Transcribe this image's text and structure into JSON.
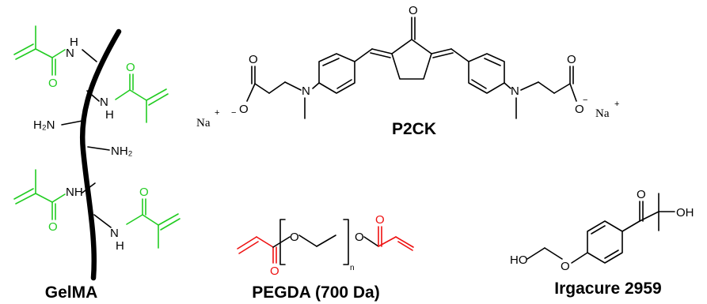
{
  "colors": {
    "backbone": "#000000",
    "methacryloyl": "#22cc22",
    "acrylate": "#ee1111",
    "text": "#000000"
  },
  "labels": {
    "gelma": "GelMA",
    "p2ck": "P2CK",
    "pegda": "PEGDA (700 Da)",
    "irgacure": "Irgacure 2959"
  },
  "atoms": {
    "H": "H",
    "N": "N",
    "NH": "NH",
    "O": "O",
    "H2N": "H₂N",
    "NH2": "NH₂",
    "Na": "Na",
    "plus": "+",
    "minus": "−",
    "n": "n",
    "HO": "HO",
    "OH": "OH"
  }
}
